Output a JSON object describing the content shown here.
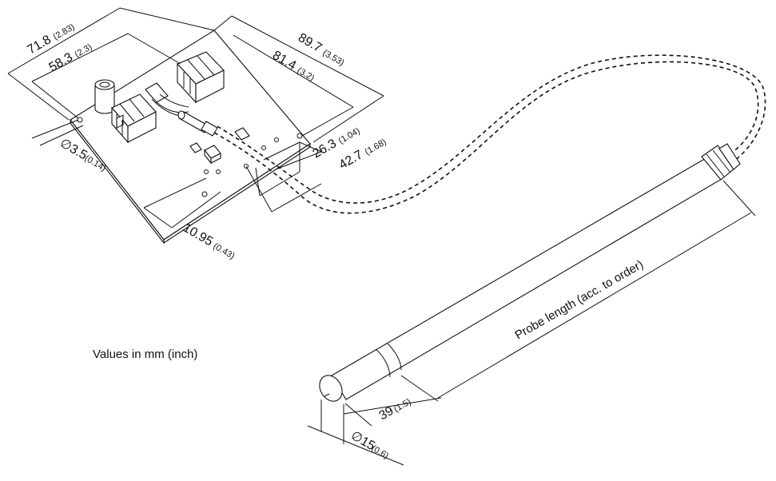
{
  "note": "Values in mm (inch)",
  "dimensions": {
    "board_width": {
      "mm": "71.8",
      "inch": "(2.83)"
    },
    "hole_spacing_x": {
      "mm": "58.3",
      "inch": "(2.3)"
    },
    "board_length": {
      "mm": "89.7",
      "inch": "(3.53)"
    },
    "hole_spacing_y": {
      "mm": "81.4",
      "inch": "(3.2)"
    },
    "depth_a": {
      "mm": "26.3",
      "inch": "(1.04)"
    },
    "depth_b": {
      "mm": "42.7",
      "inch": "(1.68)"
    },
    "hole_diameter": {
      "mm": "∅3.5",
      "inch": "(0.14)"
    },
    "hole_offset": {
      "mm": "10.95",
      "inch": "(0.43)"
    },
    "sensor_tip_length": {
      "mm": "39",
      "inch": "(1.5)"
    },
    "probe_diameter": {
      "mm": "∅15",
      "inch": "(0.6)"
    },
    "probe_length": {
      "label": "Probe length (acc. to order)"
    }
  }
}
